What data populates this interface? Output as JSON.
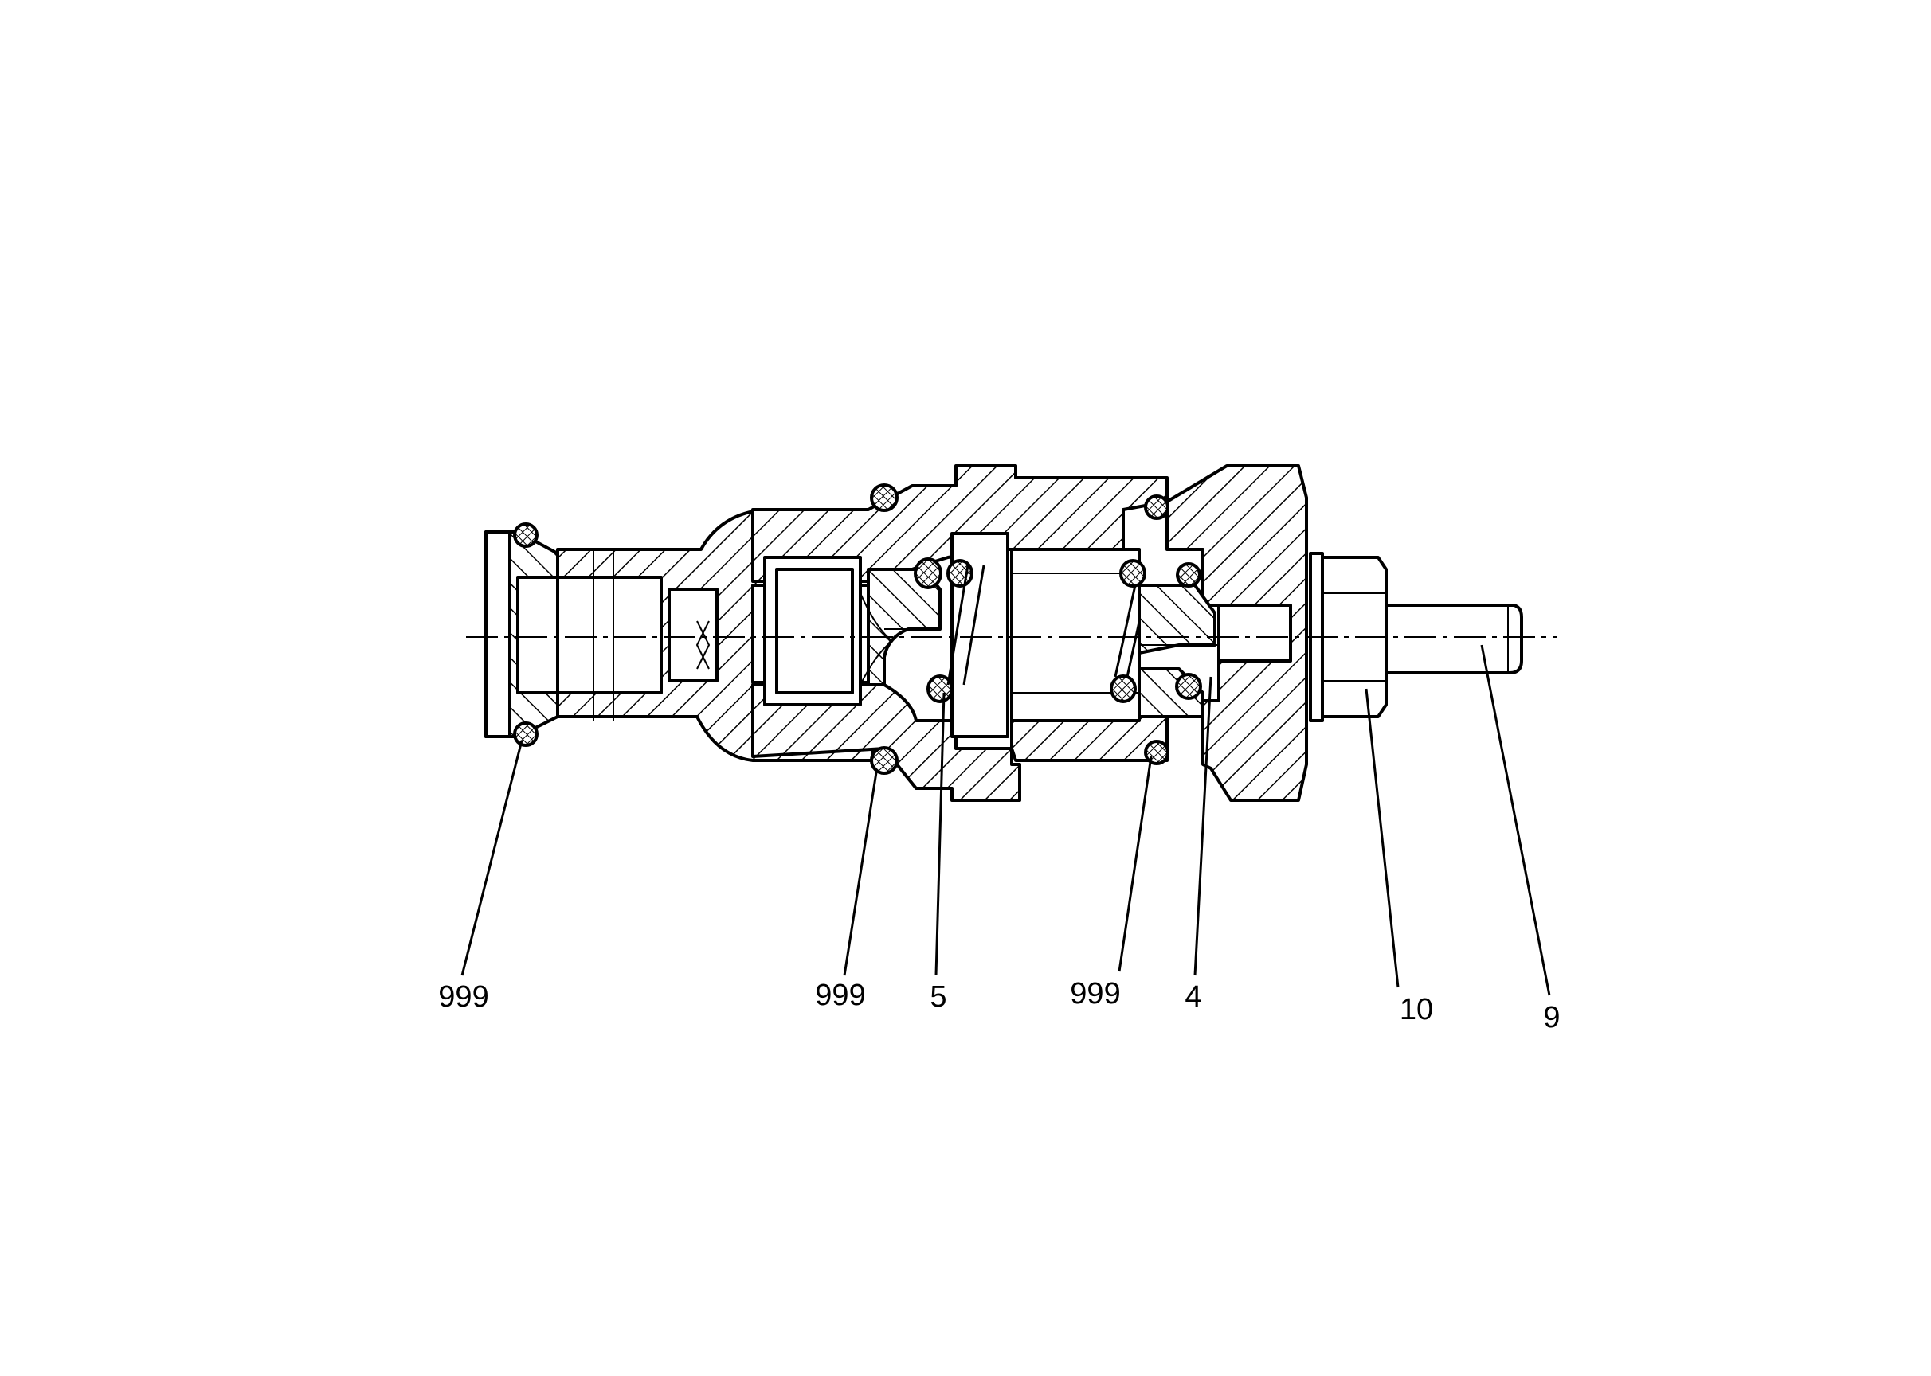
{
  "callouts": [
    {
      "id": "oring-left",
      "label": "999"
    },
    {
      "id": "oring-mid",
      "label": "999"
    },
    {
      "id": "spring",
      "label": "5"
    },
    {
      "id": "oring-right",
      "label": "999"
    },
    {
      "id": "seat",
      "label": "4"
    },
    {
      "id": "nut",
      "label": "10"
    },
    {
      "id": "stem",
      "label": "9"
    }
  ]
}
